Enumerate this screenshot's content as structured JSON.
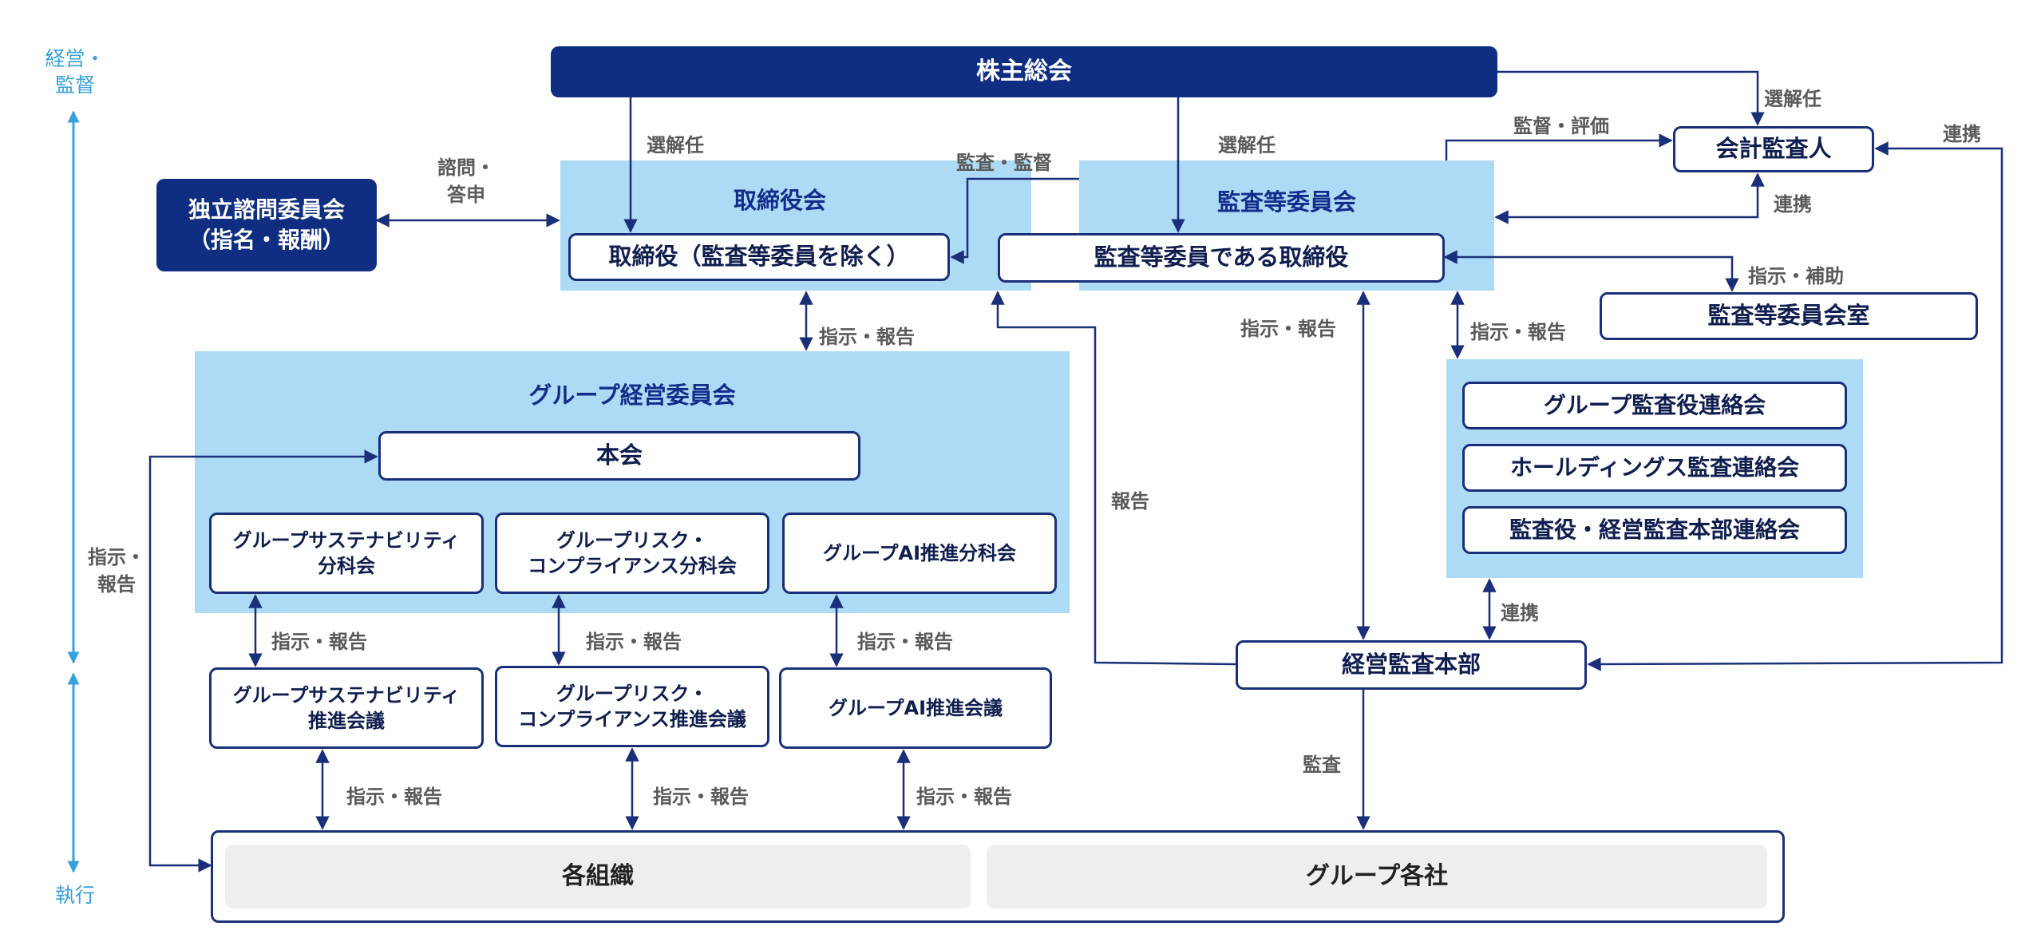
{
  "colors": {
    "navy": "#0F2E82",
    "panel": "#ADDBF5",
    "line": "#1A2F7A",
    "side_axis": "#38A0DC",
    "org_fill": "#EEEEEE"
  },
  "side_axis": {
    "top_label": "経営・\n監督",
    "bottom_label": "執行"
  },
  "nodes": {
    "shareholders": "株主総会",
    "advisory": "独立諮問委員会\n（指名・報酬）",
    "board_title": "取締役会",
    "directors": "取締役（監査等委員を除く）",
    "audit_committee_title": "監査等委員会",
    "audit_directors": "監査等委員である取締役",
    "accounting_auditor": "会計監査人",
    "audit_office": "監査等委員会室",
    "group_mgmt_title": "グループ経営委員会",
    "main_meeting": "本会",
    "sub_sustain": "グループサステナビリティ\n分科会",
    "sub_risk": "グループリスク・\nコンプライアンス分科会",
    "sub_ai": "グループAI推進分科会",
    "pro_sustain": "グループサステナビリティ\n推進会議",
    "pro_risk": "グループリスク・\nコンプライアンス推進会議",
    "pro_ai": "グループAI推進会議",
    "liaison_1": "グループ監査役連絡会",
    "liaison_2": "ホールディングス監査連絡会",
    "liaison_3": "監査役・経営監査本部連絡会",
    "audit_hq": "経営監査本部",
    "orgs": "各組織",
    "group_companies": "グループ各社"
  },
  "labels": {
    "appoint_1": "選解任",
    "appoint_2": "選解任",
    "appoint_3": "選解任",
    "consult": "諮問・\n答申",
    "audit_supervise": "監査・監督",
    "supervise_evaluate": "監督・評価",
    "link_1": "連携",
    "link_2": "連携",
    "link_3": "連携",
    "instruct_assist": "指示・補助",
    "instruct_report_1": "指示・報告",
    "instruct_report_2": "指示・報告",
    "instruct_report_3": "指示・報告",
    "instruct_report_4": "指示・報告",
    "instruct_report_5": "指示・報告",
    "instruct_report_6": "指示・報告",
    "instruct_report_7": "指示・報告",
    "instruct_report_8": "指示・報告",
    "instruct_report_9": "指示・報告",
    "instruct_report_side": "指示・\n報告",
    "report": "報告",
    "audit": "監査"
  }
}
